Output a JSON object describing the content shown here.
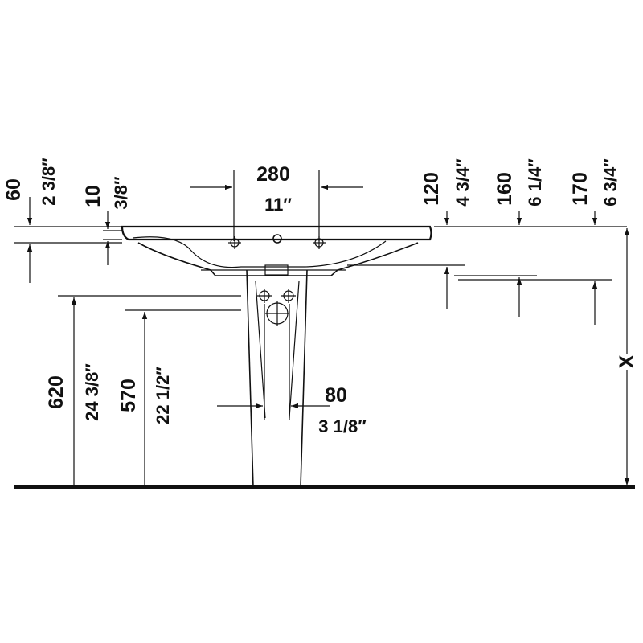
{
  "colors": {
    "ink": "#111111",
    "background": "#ffffff"
  },
  "dimensions": {
    "width_280": {
      "mm": "280",
      "inch": "11″"
    },
    "depth_60": {
      "mm": "60",
      "inch": "2 3/8″"
    },
    "depth_10": {
      "mm": "10",
      "inch": "3/8″"
    },
    "depth_120": {
      "mm": "120",
      "inch": "4 3/4″"
    },
    "depth_160": {
      "mm": "160",
      "inch": "6 1/4″"
    },
    "depth_170": {
      "mm": "170",
      "inch": "6 3/4″"
    },
    "height_620": {
      "mm": "620",
      "inch": "24 3/8″"
    },
    "height_570": {
      "mm": "570",
      "inch": "22 1/2″"
    },
    "width_80": {
      "mm": "80",
      "inch": "3 1/8″"
    },
    "height_x": {
      "label": "X"
    }
  }
}
